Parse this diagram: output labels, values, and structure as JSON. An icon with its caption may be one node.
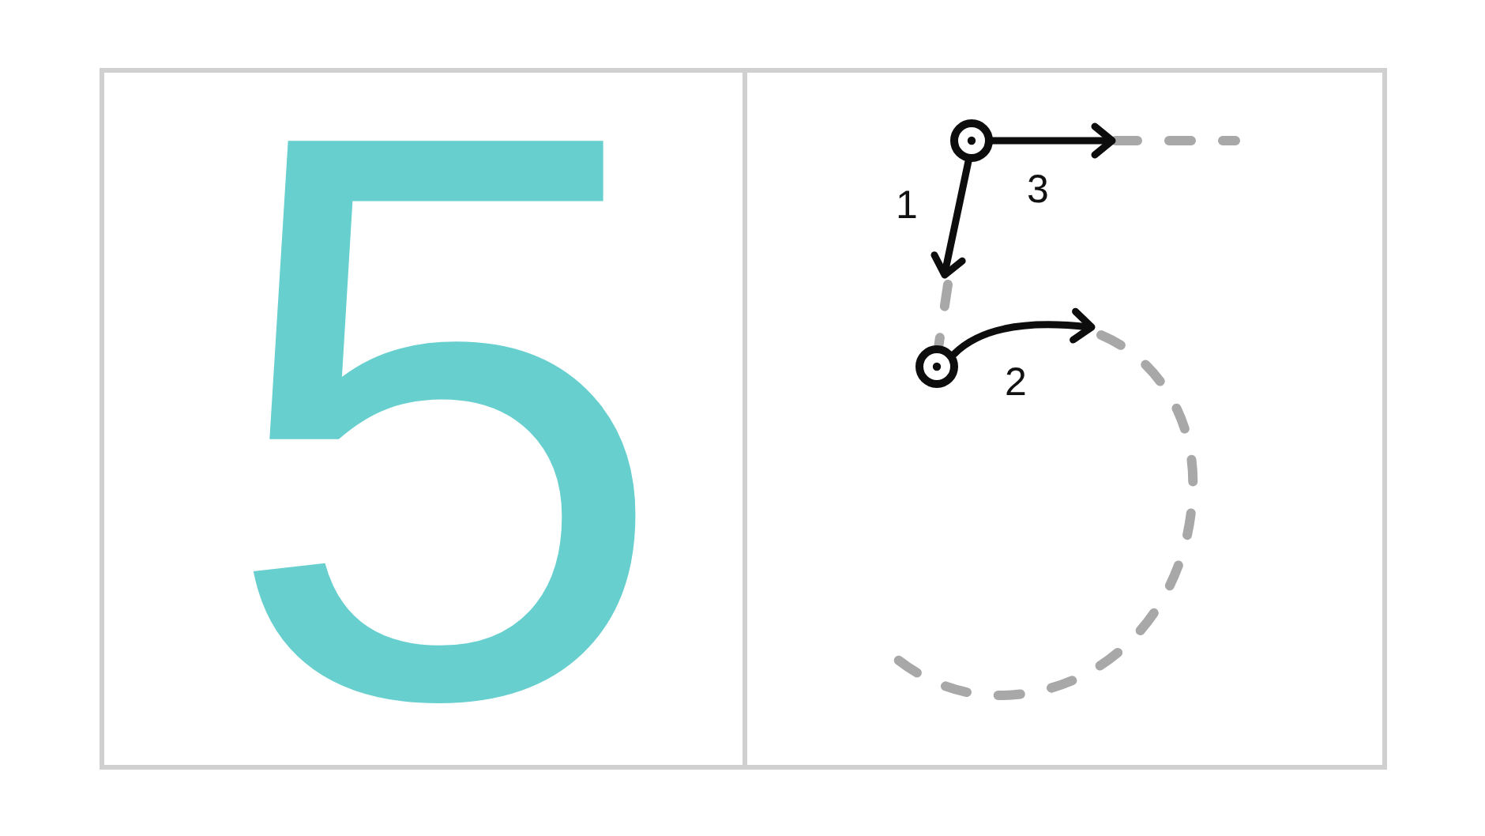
{
  "diagram": {
    "nodes": [
      {
        "text": [
          "5"
        ]
      },
      {
        "text": [
          "1",
          "3",
          "2"
        ]
      }
    ]
  }
}
